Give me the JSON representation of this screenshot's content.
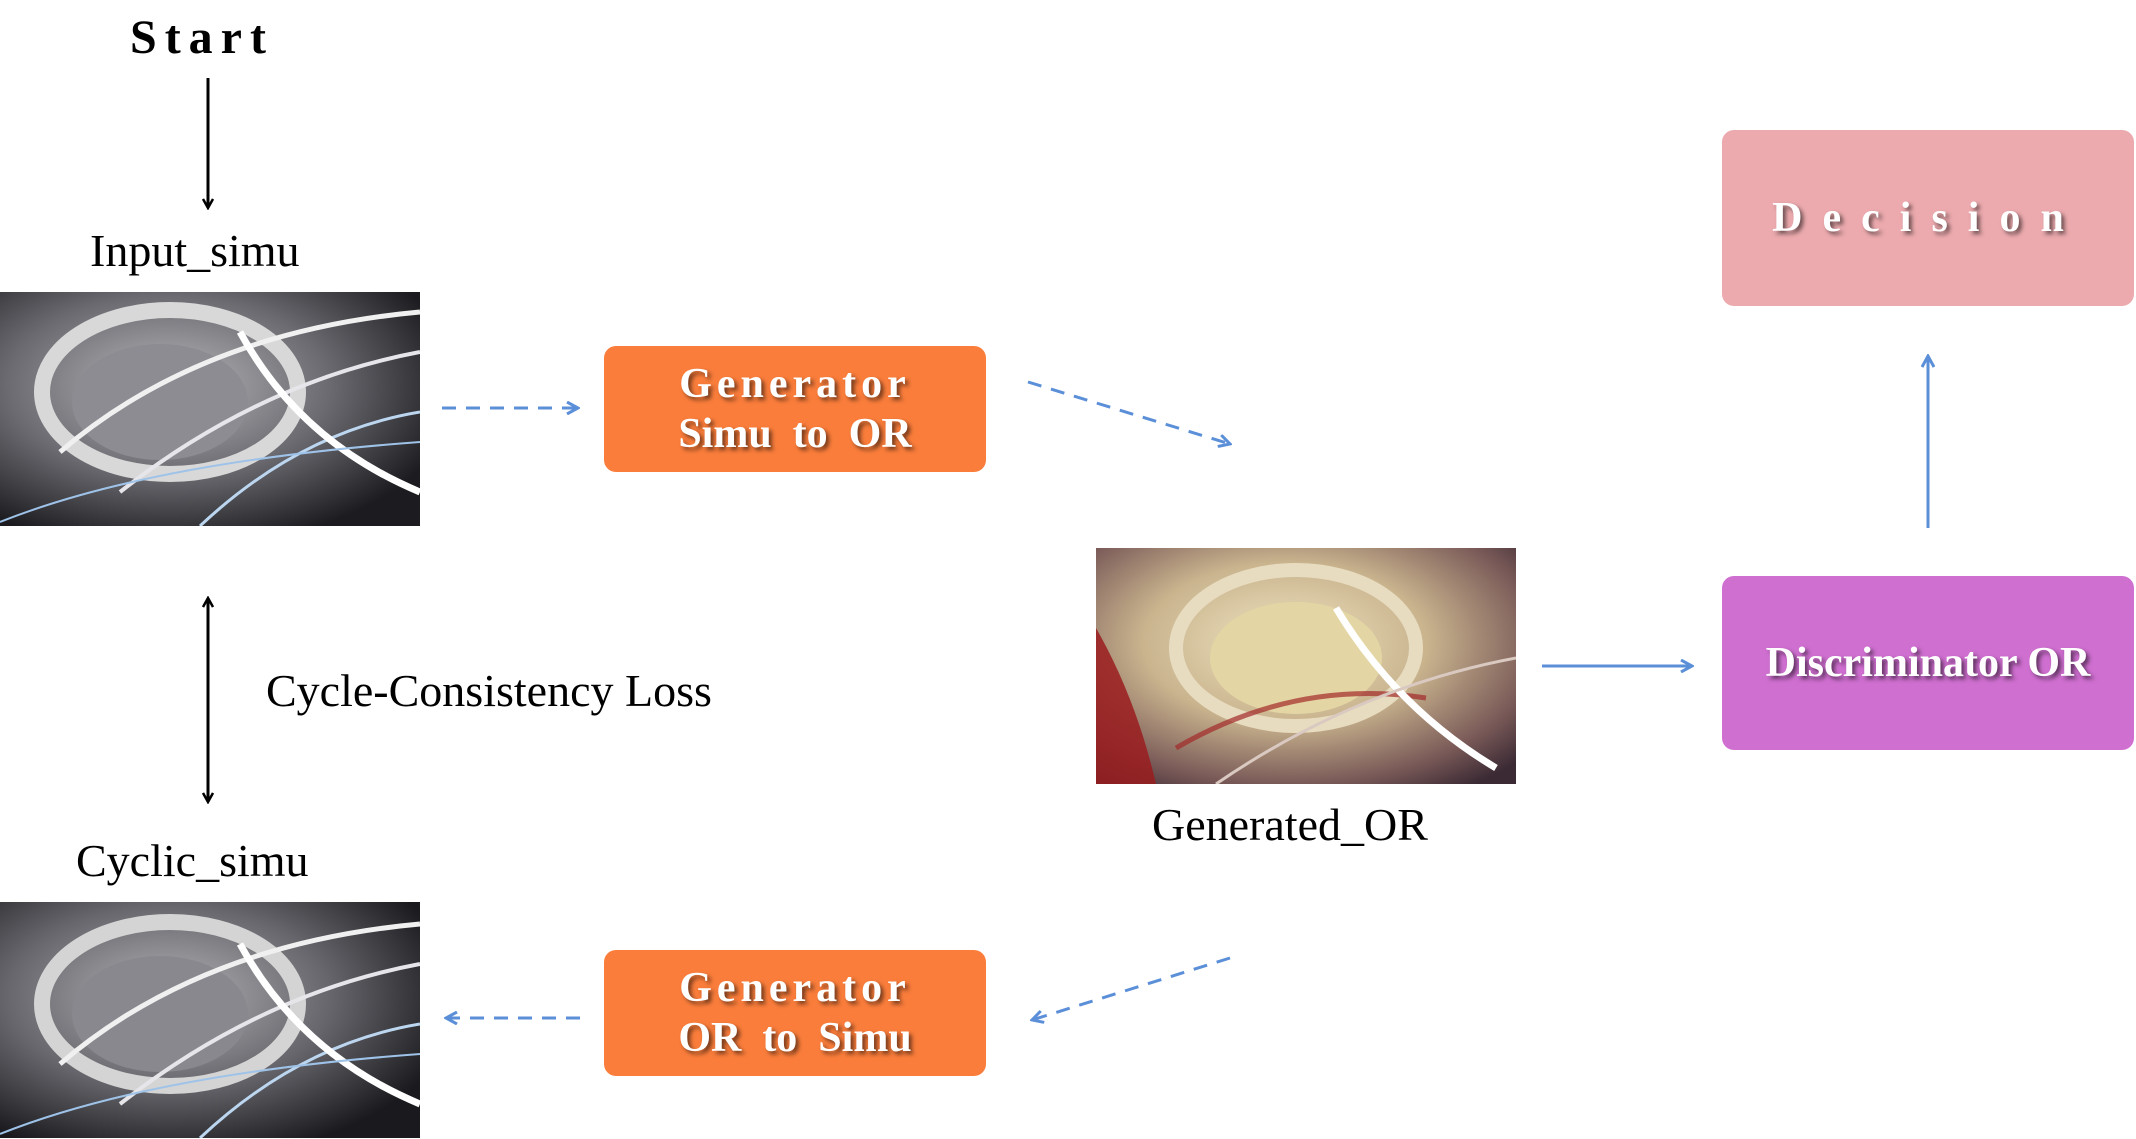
{
  "start_label": "Start",
  "input_label": "Input_simu",
  "cyclic_label": "Cyclic_simu",
  "generated_label": "Generated_OR",
  "loss_label": "Cycle-Consistency Loss",
  "gen_simu_to_or": {
    "line1": "Generator",
    "line2": "Simu  to  OR"
  },
  "gen_or_to_simu": {
    "line1": "Generator",
    "line2": "OR  to  Simu"
  },
  "discriminator": "Discriminator OR",
  "decision": "Decision",
  "colors": {
    "generator": "#fa7d3b",
    "discriminator": "#cf6fd0",
    "decision": "#ecaaae",
    "arrow_blue": "#5b8fd8",
    "arrow_black": "#000000"
  }
}
